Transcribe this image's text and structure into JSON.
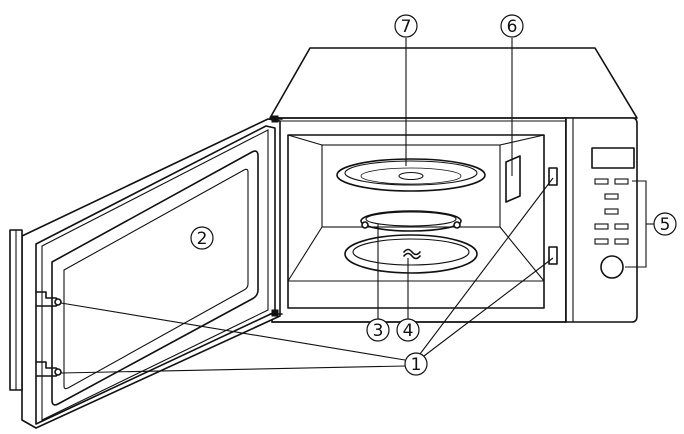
{
  "diagram": {
    "callouts": [
      {
        "id": "door-latch",
        "label": "1"
      },
      {
        "id": "door",
        "label": "2"
      },
      {
        "id": "roller-ring",
        "label": "3"
      },
      {
        "id": "coupler",
        "label": "4"
      },
      {
        "id": "control-panel",
        "label": "5"
      },
      {
        "id": "waveguide-cover",
        "label": "6"
      },
      {
        "id": "glass-tray",
        "label": "7"
      }
    ]
  }
}
